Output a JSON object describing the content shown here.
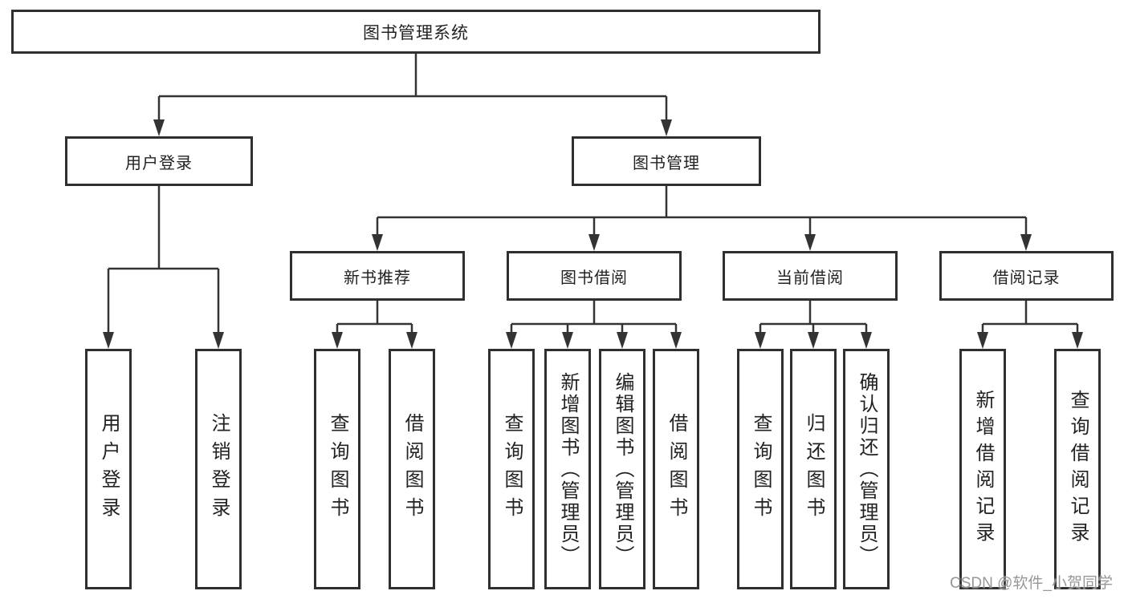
{
  "diagram": {
    "title": "图书管理系统",
    "root": {
      "label": "图书管理系统"
    },
    "branches": [
      {
        "label": "用户登录",
        "children": [
          {
            "label": "用户登录"
          },
          {
            "label": "注销登录"
          }
        ]
      },
      {
        "label": "图书管理",
        "children": [
          {
            "label": "新书推荐",
            "children": [
              {
                "label": "查询图书"
              },
              {
                "label": "借阅图书"
              }
            ]
          },
          {
            "label": "图书借阅",
            "children": [
              {
                "label": "查询图书"
              },
              {
                "label": "新增图书（管理员）"
              },
              {
                "label": "编辑图书（管理员）"
              },
              {
                "label": "借阅图书"
              }
            ]
          },
          {
            "label": "当前借阅",
            "children": [
              {
                "label": "查询图书"
              },
              {
                "label": "归还图书"
              },
              {
                "label": "确认归还（管理员）"
              }
            ]
          },
          {
            "label": "借阅记录",
            "children": [
              {
                "label": "新增借阅记录"
              },
              {
                "label": "查询借阅记录"
              }
            ]
          }
        ]
      }
    ]
  },
  "watermark": {
    "text": "CSDN @软件_小贺同学"
  },
  "colors": {
    "line": "#333333",
    "border": "#2f2f2f",
    "text": "#222222",
    "watermark": "#8c8c8c"
  }
}
